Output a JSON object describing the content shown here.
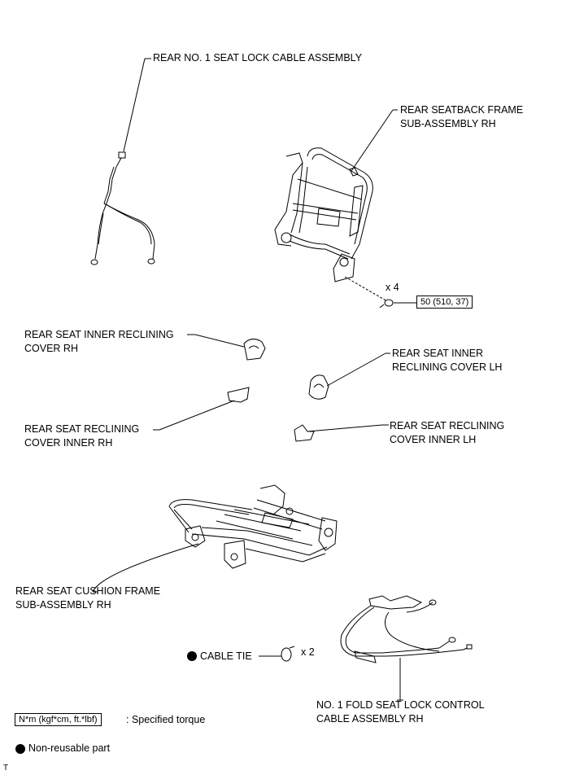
{
  "labels": {
    "lock_cable": "REAR NO. 1 SEAT LOCK CABLE ASSEMBLY",
    "seatback_frame": [
      "REAR SEATBACK FRAME",
      "SUB-ASSEMBLY RH"
    ],
    "inner_reclining_rh": [
      "REAR SEAT INNER RECLINING",
      "COVER RH"
    ],
    "inner_reclining_lh": [
      "REAR SEAT INNER",
      "RECLINING COVER LH"
    ],
    "reclining_inner_rh": [
      "REAR SEAT RECLINING",
      "COVER INNER RH"
    ],
    "reclining_inner_lh": [
      "REAR SEAT RECLINING",
      "COVER INNER LH"
    ],
    "cushion_frame": [
      "REAR SEAT CUSHION FRAME",
      "SUB-ASSEMBLY RH"
    ],
    "cable_tie": "CABLE TIE",
    "fold_cable": [
      "NO. 1 FOLD SEAT LOCK CONTROL",
      "CABLE ASSEMBLY RH"
    ]
  },
  "quantities": {
    "bolts": "x 4",
    "cable_tie": "x 2"
  },
  "torque": {
    "value": "50 (510, 37)"
  },
  "legend": {
    "torque_box": "N*m (kgf*cm, ft.*lbf)",
    "torque_text": ": Specified torque",
    "nonreusable_text": "Non-reusable part"
  },
  "corner_mark": "T"
}
